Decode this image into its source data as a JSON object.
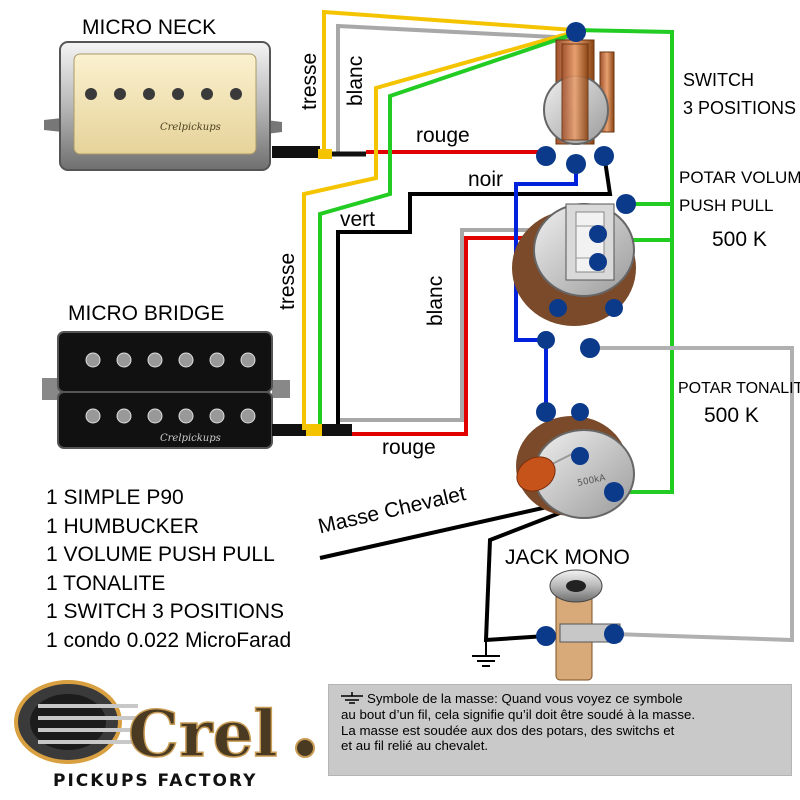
{
  "labels": {
    "micro_neck": "MICRO NECK",
    "micro_bridge": "MICRO BRIDGE",
    "switch_line1": "SWITCH",
    "switch_line2": "3 POSITIONS",
    "potar_volume_line1": "POTAR VOLUME",
    "potar_volume_line2": "PUSH PULL",
    "potar_volume_value": "500 K",
    "potar_tonalite": "POTAR TONALITE",
    "potar_tonalite_value": "500 K",
    "jack_mono": "JACK MONO",
    "masse_chevalet": "Masse Chevalet"
  },
  "wire_labels": {
    "tresse_neck": "tresse",
    "blanc_neck": "blanc",
    "rouge_neck": "rouge",
    "noir": "noir",
    "vert": "vert",
    "tresse_bridge": "tresse",
    "blanc_bridge": "blanc",
    "rouge_bridge": "rouge"
  },
  "pickup_brand": "Crelpickups",
  "parts_list": [
    "1 SIMPLE P90",
    "1 HUMBUCKER",
    "1 VOLUME PUSH PULL",
    "1 TONALITE",
    "1 SWITCH 3 POSITIONS",
    "1 condo 0.022 MicroFarad"
  ],
  "note": {
    "line1": "Symbole de la masse: Quand vous voyez ce symbole",
    "line2": "au bout d’un fil, cela signifie qu’il doit être soudé à la masse.",
    "line3": "La masse est soudée aux dos des potars, des switchs et",
    "line4": "et au fil relié au chevalet."
  },
  "logo": {
    "brand": "Crel",
    "subtitle": "PICKUPS FACTORY"
  },
  "pot_marking": "500kA",
  "colors": {
    "tresse": "#f5c400",
    "blanc": "#a8a8a8",
    "rouge": "#e00000",
    "noir": "#000000",
    "vert": "#22cc22",
    "bleu": "#0022dd",
    "solder_point": "#0b3a8a",
    "note_bg": "#c9c9c9"
  }
}
